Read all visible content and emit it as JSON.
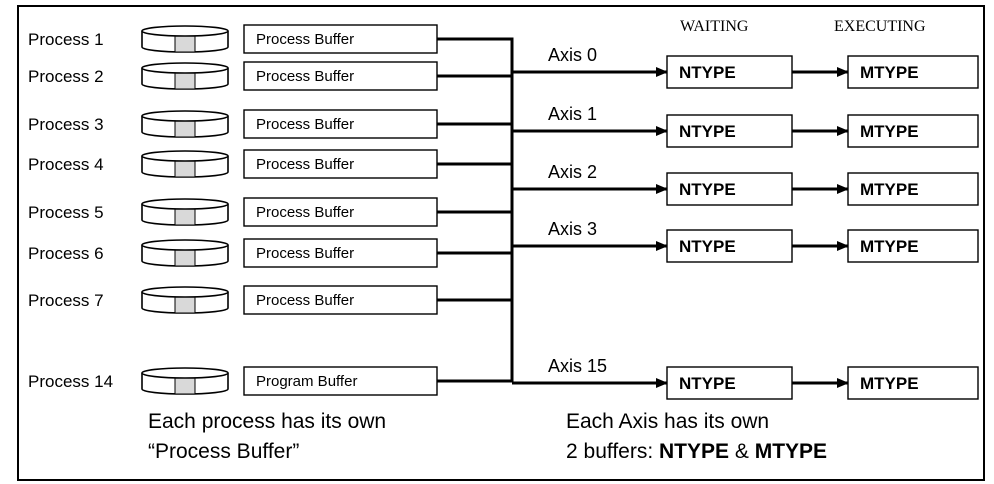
{
  "header": {
    "waiting": "WAITING",
    "executing": "EXECUTING"
  },
  "processes": [
    {
      "label": "Process 1",
      "buffer": "Process Buffer"
    },
    {
      "label": "Process 2",
      "buffer": "Process Buffer"
    },
    {
      "label": "Process 3",
      "buffer": "Process Buffer"
    },
    {
      "label": "Process 4",
      "buffer": "Process Buffer"
    },
    {
      "label": "Process 5",
      "buffer": "Process Buffer"
    },
    {
      "label": "Process 6",
      "buffer": "Process Buffer"
    },
    {
      "label": "Process 7",
      "buffer": "Process Buffer"
    },
    {
      "label": "Process 14",
      "buffer": "Program   Buffer"
    }
  ],
  "axes": [
    {
      "label": "Axis 0",
      "waiting": "NTYPE",
      "executing": "MTYPE"
    },
    {
      "label": "Axis 1",
      "waiting": "NTYPE",
      "executing": "MTYPE"
    },
    {
      "label": "Axis 2",
      "waiting": "NTYPE",
      "executing": "MTYPE"
    },
    {
      "label": "Axis 3",
      "waiting": "NTYPE",
      "executing": "MTYPE"
    },
    {
      "label": "Axis 15",
      "waiting": "NTYPE",
      "executing": "MTYPE"
    }
  ],
  "captions": {
    "left_line1": "Each process has its own",
    "left_line2": "“Process Buffer”",
    "right_line1": "Each Axis has its own",
    "right_line2_prefix": "2 buffers: ",
    "right_line2_b1": "NTYPE",
    "right_line2_mid": " & ",
    "right_line2_b2": "MTYPE"
  },
  "colors": {
    "line": "#000000",
    "disk_fill": "#ffffff",
    "disk_slot": "#d9d9d9"
  }
}
